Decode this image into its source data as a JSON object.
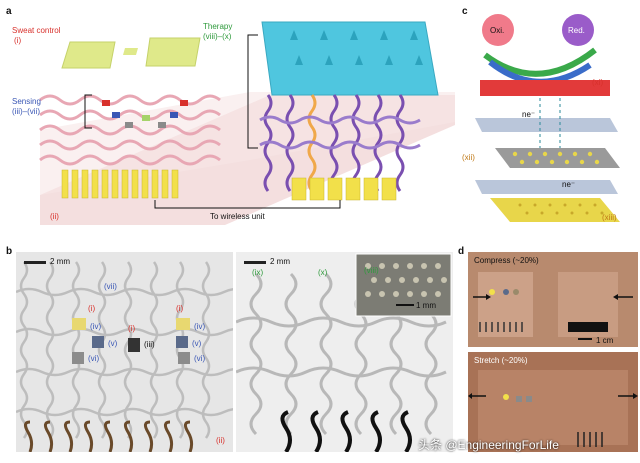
{
  "panels": {
    "a": {
      "letter": "a",
      "sweat_control": {
        "title": "Sweat control",
        "num": "(i)"
      },
      "therapy": {
        "title": "Therapy",
        "num": "(viii)–(x)"
      },
      "sensing": {
        "title": "Sensing",
        "num": "(iii)–(vii)"
      },
      "base": "(ii)",
      "wireless": "To wireless unit"
    },
    "b": {
      "letter": "b",
      "left_scale": "2 mm",
      "right_scale": "2 mm",
      "inset_scale": "1 mm",
      "labels": {
        "vii": "(vii)",
        "i_left": "(i)",
        "i_right": "(i)",
        "i_center": "(i)",
        "iv_left": "(iv)",
        "iv_right": "(iv)",
        "v_left": "(v)",
        "v_right": "(v)",
        "iii": "(iii)",
        "vi_left": "(vi)",
        "vi_right": "(vi)",
        "ii": "(ii)",
        "ix": "(ix)",
        "x": "(x)",
        "viii": "(viii)"
      }
    },
    "c": {
      "letter": "c",
      "oxi": "Oxi.",
      "red": "Red.",
      "xi": "(xi)",
      "xii": "(xii)",
      "xiii": "(xiii)",
      "ne_top": "ne⁻",
      "ne_bottom": "ne⁻"
    },
    "d": {
      "letter": "d",
      "compress": "Compress (~20%)",
      "stretch": "Stretch (~20%)",
      "scale": "1 cm"
    }
  },
  "watermark": "头条 @EngineeringForLife",
  "colors": {
    "red": "#d8312c",
    "blue": "#3a57b5",
    "green": "#2f9a3c",
    "cyan": "#4fc6df",
    "yellow": "#f2e04a",
    "purple": "#7a4fb0",
    "pink_base": "#f3dcdc"
  }
}
